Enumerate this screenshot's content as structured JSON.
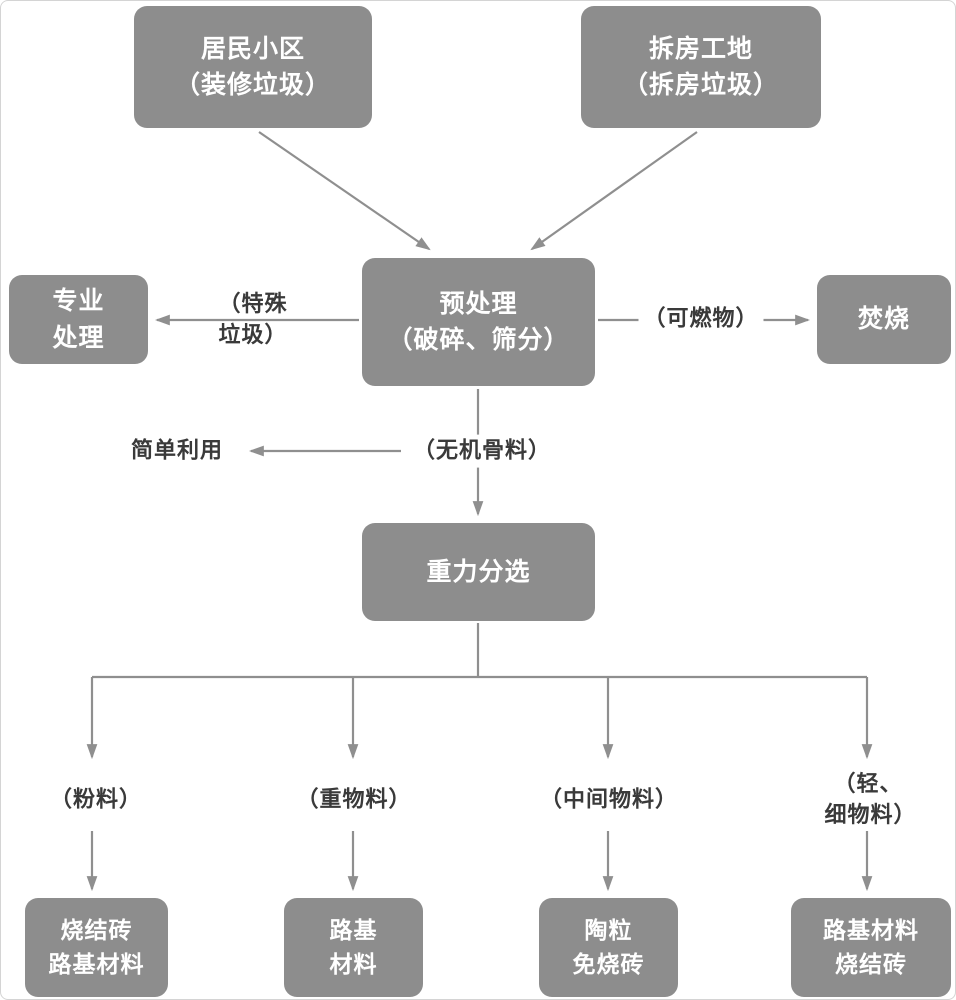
{
  "colors": {
    "box_fill": "#8d8d8d",
    "box_text": "#ffffff",
    "line": "#8f8f8f",
    "label_text": "#3a3a3a",
    "background": "#ffffff"
  },
  "nodes": {
    "residential": "居民小区\n（装修垃圾）",
    "demolition": "拆房工地\n（拆房垃圾）",
    "pretreatment": "预处理\n（破碎、筛分）",
    "professional": "专业\n处理",
    "incineration": "焚烧",
    "gravity": "重力分选",
    "sintered_roadbed": "烧结砖\n路基材料",
    "roadbed": "路基\n材料",
    "ceramsite": "陶粒\n免烧砖",
    "roadbed_sintered": "路基材料\n烧结砖"
  },
  "labels": {
    "special_waste": "（特殊\n垃圾）",
    "combustible": "（可燃物）",
    "inorganic": "（无机骨料）",
    "simple_use": "简单利用",
    "powder": "（粉料）",
    "heavy": "（重物料）",
    "middle": "（中间物料）",
    "light_fine": "（轻、细物料）"
  }
}
